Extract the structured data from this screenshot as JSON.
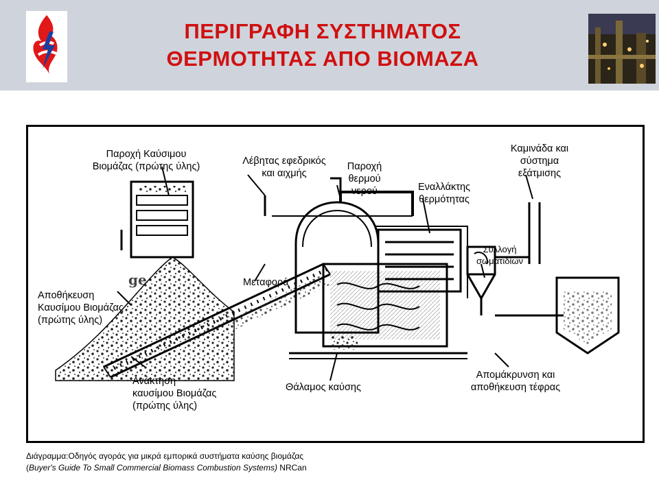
{
  "title": {
    "line1": "ΠΕΡΙΓΡΑΦΗ ΣΥΣΤΗΜΑΤΟΣ",
    "line2": "ΘΕΡΜΟΤΗΤΑΣ ΑΠΟ ΒΙΟΜΑΖΑ"
  },
  "labels": {
    "fuel_supply": "Παροχή Καύσιμου\nΒιομάζας (πρώτης ύλης)",
    "boiler": "Λέβητας εφεδρικός\nκαι αιχμής",
    "hot_water": "Παροχή\nθερμού\nνερού",
    "heat_exchanger": "Εναλλάκτης\nθερμότητας",
    "chimney": "Καμινάδα και\nσύστημα\nεξάτμισης",
    "particle_collection": "Συλλογή\nσωματιδίων",
    "storage": "Αποθήκευση\nΚαυσίμου Βιομάζας\n(πρώτης ύλης)",
    "transport": "Μεταφορά",
    "recovery": "Ανάκτηση\nκαυσίμου Βιομάζας\n(πρώτης ύλης)",
    "combustion_chamber": "Θάλαμος καύσης",
    "ash_removal": "Απομάκρυνση και\nαποθήκευση τέφρας",
    "ge_fragment": "ge"
  },
  "footer": {
    "line1": "Διάγραμμα:Οδηγός αγοράς για μικρά εμπορικά συστήματα καύσης βιομάζας",
    "line2_open": "(",
    "line2_italic": "Buyer's Guide To Small Commercial Biomass Combustion Systems)",
    "line2_rest": " NRCan"
  },
  "colors": {
    "title": "#d01010",
    "header_bg": "#cfd4dc",
    "logo_red": "#e01818",
    "line": "#000000"
  },
  "icons": {
    "logo": "flame-lightning-logo",
    "photo": "industrial-plant-photo"
  }
}
